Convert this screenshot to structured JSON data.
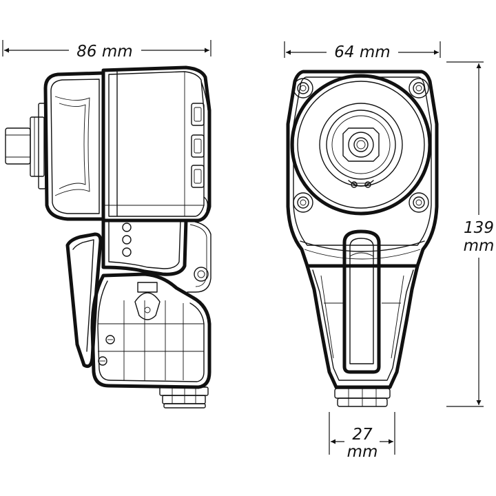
{
  "dimensions": {
    "side_width": "86 mm",
    "front_width": "64 mm",
    "height_value": "139",
    "height_unit": "mm",
    "exhaust_value": "27",
    "exhaust_unit": "mm"
  },
  "colors": {
    "line": "#111111",
    "background": "#ffffff"
  }
}
